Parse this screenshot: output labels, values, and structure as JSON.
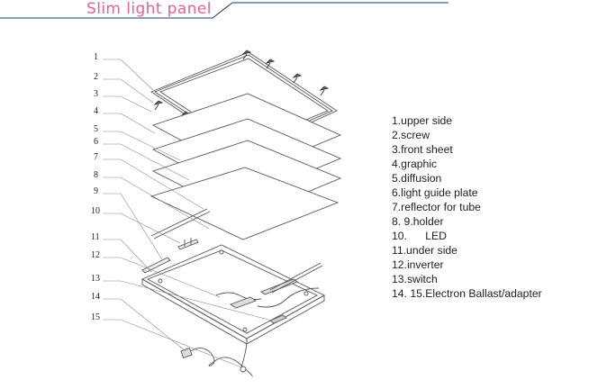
{
  "header": {
    "title": "Slim light panel",
    "accent_color": "#e2609c",
    "rule_color": "#1f3a6b"
  },
  "callout_numbers": [
    "1",
    "2",
    "3",
    "4",
    "5",
    "6",
    "7",
    "8",
    "9",
    "10",
    "11",
    "12",
    "13",
    "14",
    "15"
  ],
  "legend": [
    "1.upper side",
    "2.screw",
    "3.front sheet",
    "4.graphic",
    "5.diffusion",
    "6.light guide plate",
    "7.reflector for tube",
    "8. 9.holder",
    "10.      LED",
    "11.under side",
    "12.inverter",
    "13.switch",
    "14. 15.Electron Ballast/adapter"
  ]
}
